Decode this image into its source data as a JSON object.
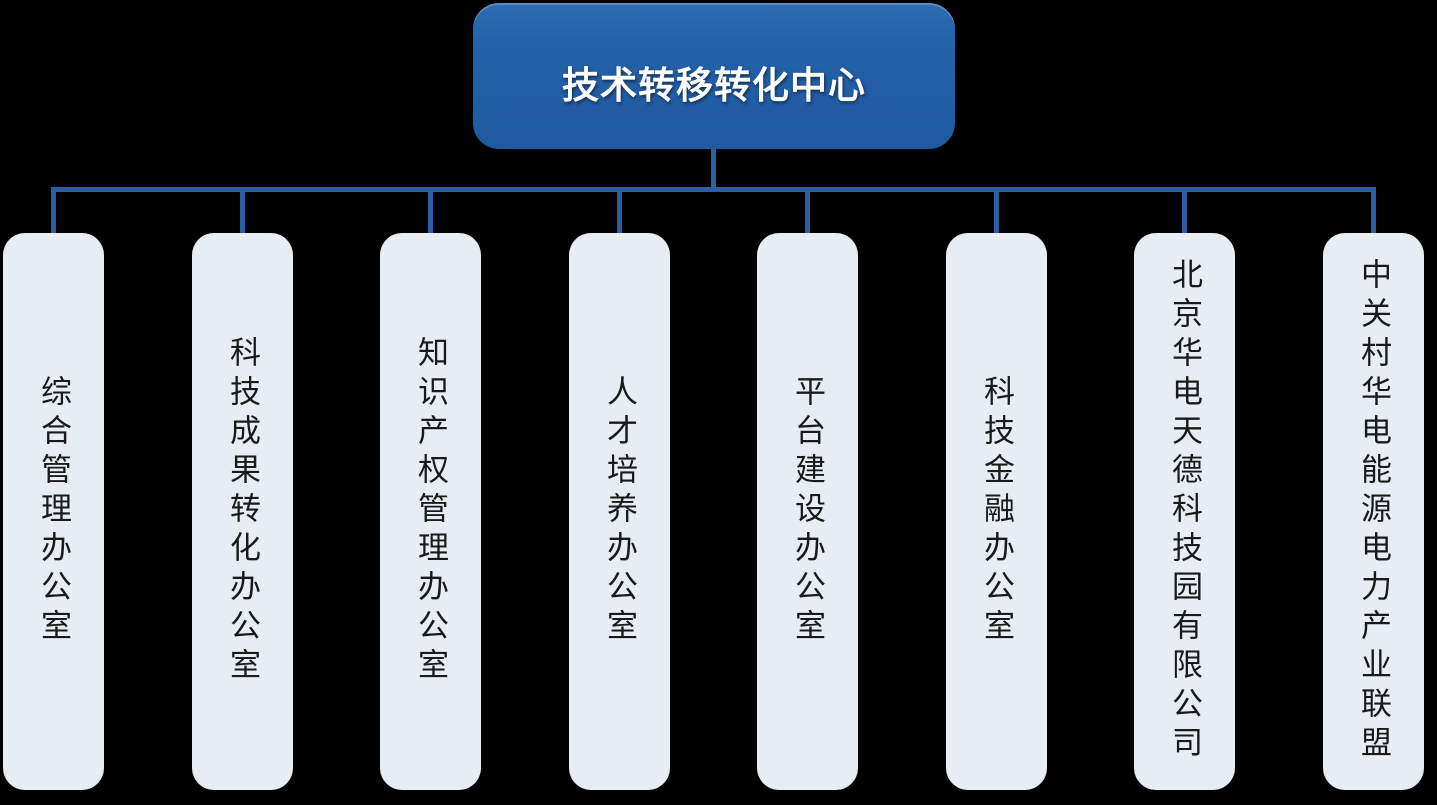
{
  "diagram": {
    "type": "org-chart",
    "title": "技术转移转化中心",
    "children": [
      {
        "label": "综合管理办公室"
      },
      {
        "label": "科技成果转化办公室"
      },
      {
        "label": "知识产权管理办公室"
      },
      {
        "label": "人才培养办公室"
      },
      {
        "label": "平台建设办公室"
      },
      {
        "label": "科技金融办公室"
      },
      {
        "label": "北京华电天德科技园有限公司"
      },
      {
        "label": "中关村华电能源电力产业联盟"
      }
    ]
  },
  "colors": {
    "background": "#000000",
    "root_box_fill": "#2561a8",
    "connector_line": "#2a5fa6",
    "child_box_fill": "#e8edf4",
    "root_text": "#ffffff",
    "child_text": "#1a1a1a"
  }
}
